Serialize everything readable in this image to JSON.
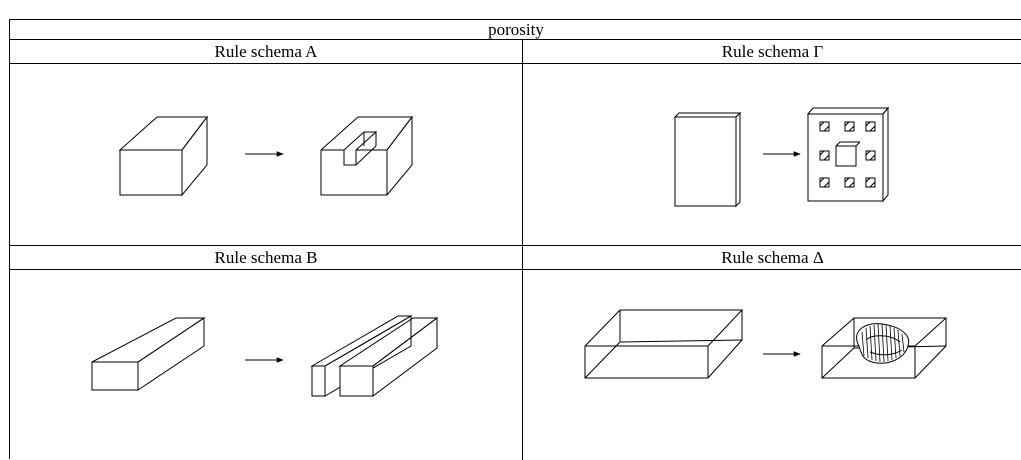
{
  "title": "porosity",
  "schemas": {
    "a": {
      "label": "Rule schema A"
    },
    "gamma": {
      "label": "Rule schema Γ"
    },
    "b": {
      "label": "Rule schema B"
    },
    "delta": {
      "label": "Rule schema Δ"
    }
  }
}
